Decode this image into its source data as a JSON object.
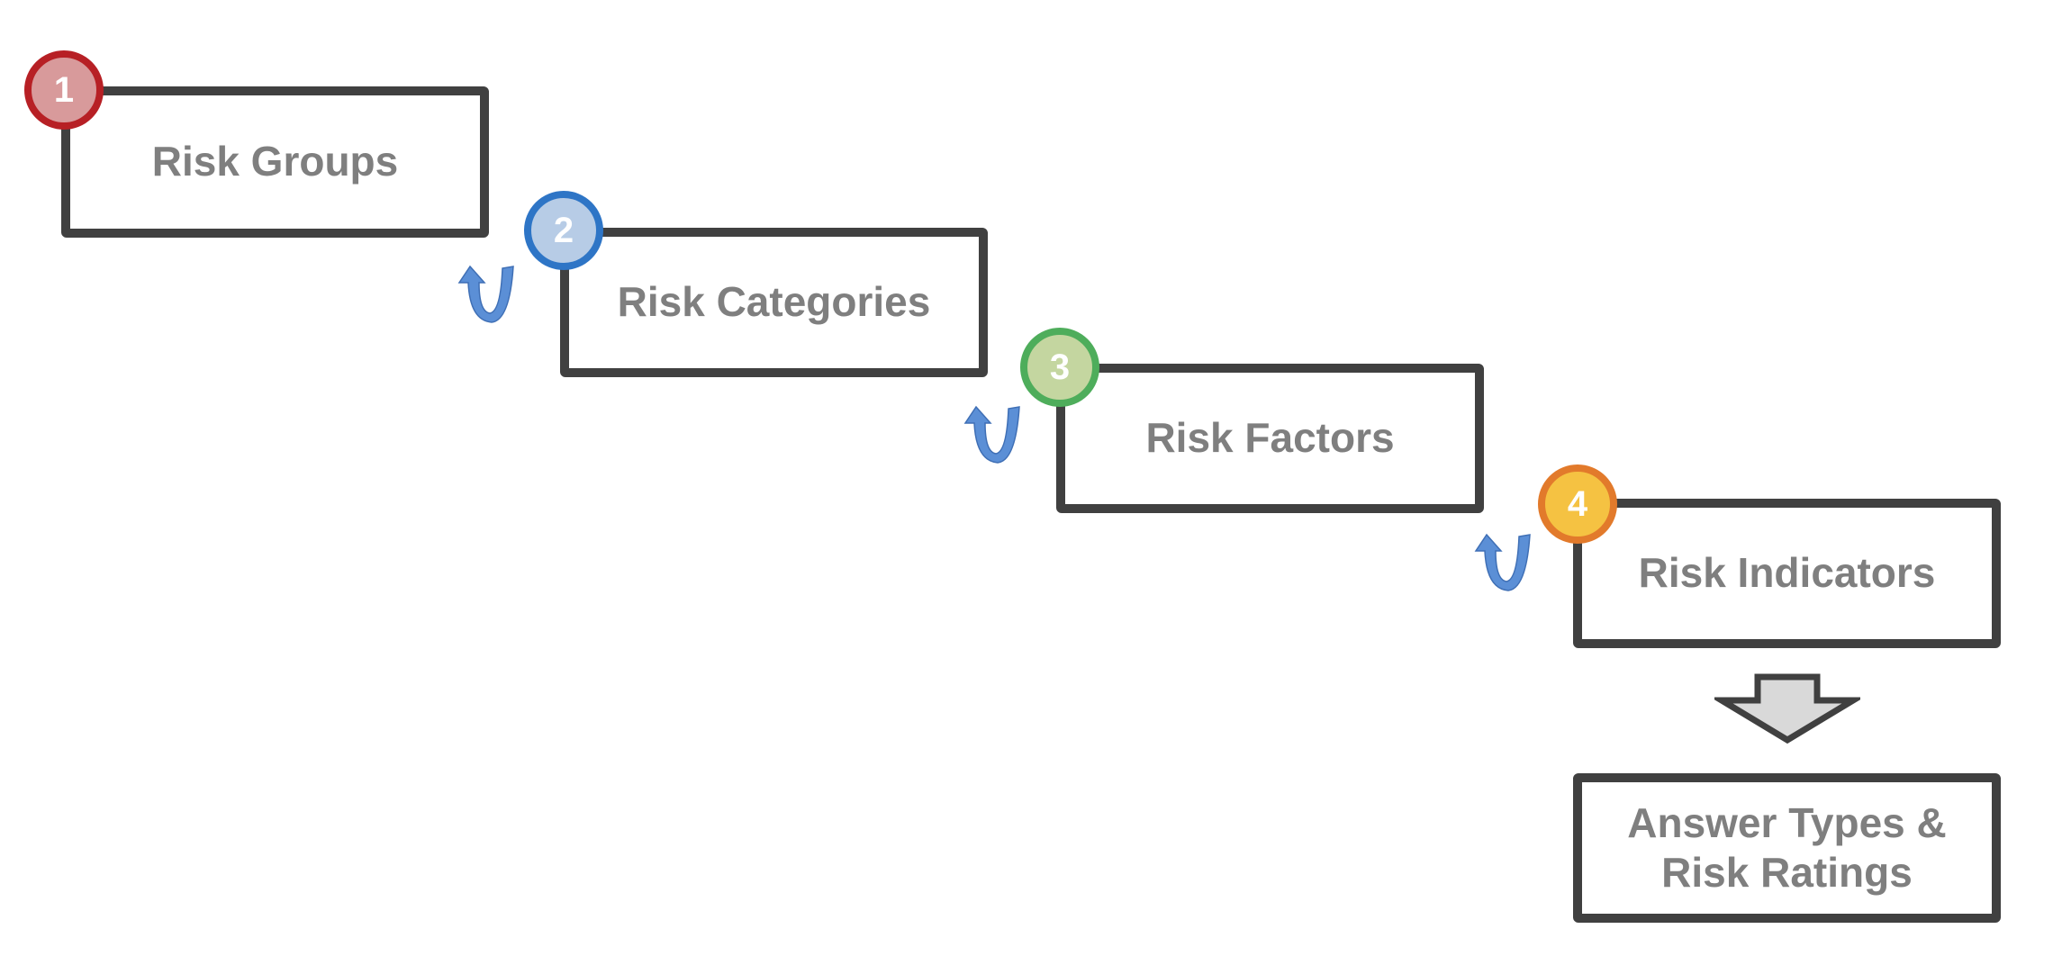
{
  "steps": [
    {
      "number": "1",
      "label": "Risk Groups",
      "ring_color": "#b72025",
      "fill_color": "#d89a9b"
    },
    {
      "number": "2",
      "label": "Risk Categories",
      "ring_color": "#2e75c6",
      "fill_color": "#b7cce6"
    },
    {
      "number": "3",
      "label": "Risk Factors",
      "ring_color": "#4ead5b",
      "fill_color": "#c4d6a0"
    },
    {
      "number": "4",
      "label": "Risk Indicators",
      "ring_color": "#e27a2b",
      "fill_color": "#f5c242"
    }
  ],
  "result": {
    "line1": "Answer Types &",
    "line2": "Risk Ratings"
  },
  "colors": {
    "box_border": "#404040",
    "label_text": "#7f7f7f",
    "uturn_arrow": "#5b8fd6",
    "down_arrow_fill": "#d9d9d9",
    "down_arrow_stroke": "#404040"
  },
  "icons": {
    "connector": "u-turn-arrow-icon",
    "output": "down-arrow-icon"
  }
}
